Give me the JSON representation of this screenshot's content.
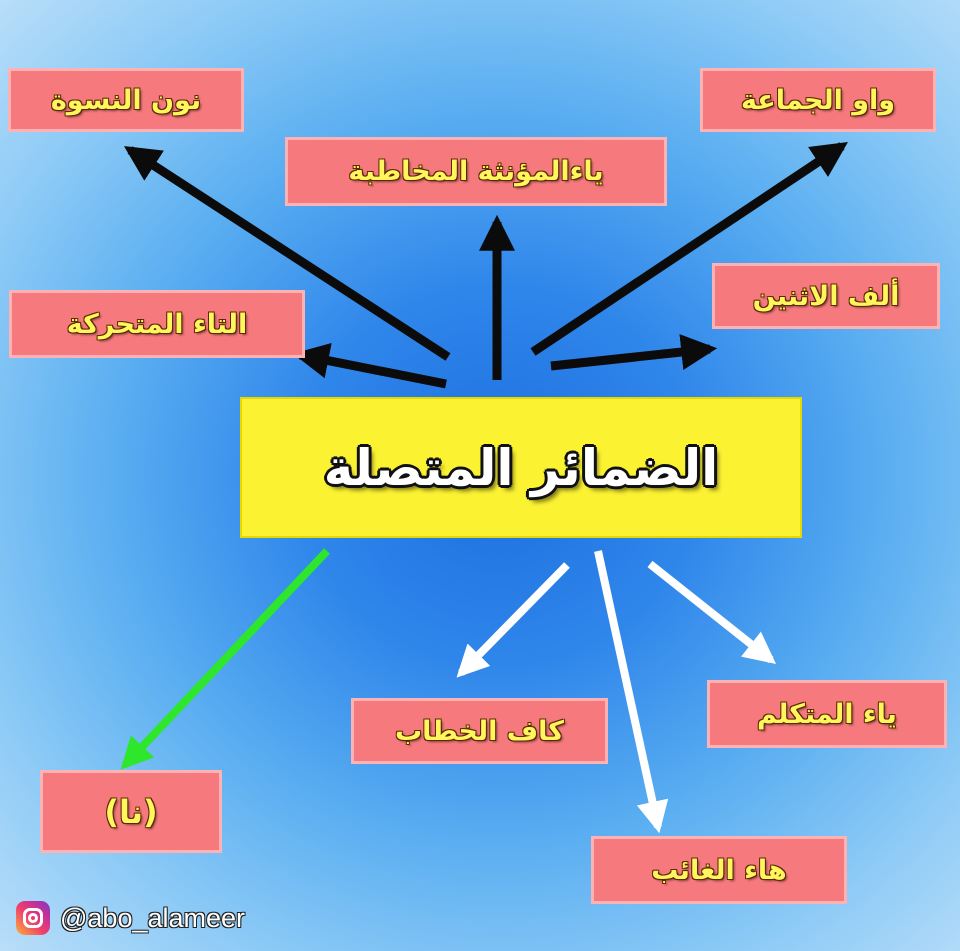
{
  "center": {
    "title": "الضمائر المتصلة"
  },
  "pronouns": {
    "noon_alniswa": "نون النسوة",
    "waw_aljamaa": "واو الجماعة",
    "yaa_almuannatha": "ياءالمؤنثة المخاطبة",
    "alif_alithnayn": "ألف  الاثنين",
    "taa_almutaharrika": "التاء المتحركة",
    "naa": "(نا)",
    "kaf_alkhitab": "كاف الخطاب",
    "yaa_almutakallim": "ياء المتكلم",
    "haa_alghaib": "هاء الغائب"
  },
  "footer": {
    "handle": "@abo_alameer",
    "icon": "instagram-icon"
  },
  "colors": {
    "box_fill": "#f6797d",
    "box_text": "#fff65e",
    "center_fill": "#fbf232",
    "arrow_black": "#0b0b0b",
    "arrow_green": "#2ee62b",
    "arrow_white": "#ffffff"
  }
}
